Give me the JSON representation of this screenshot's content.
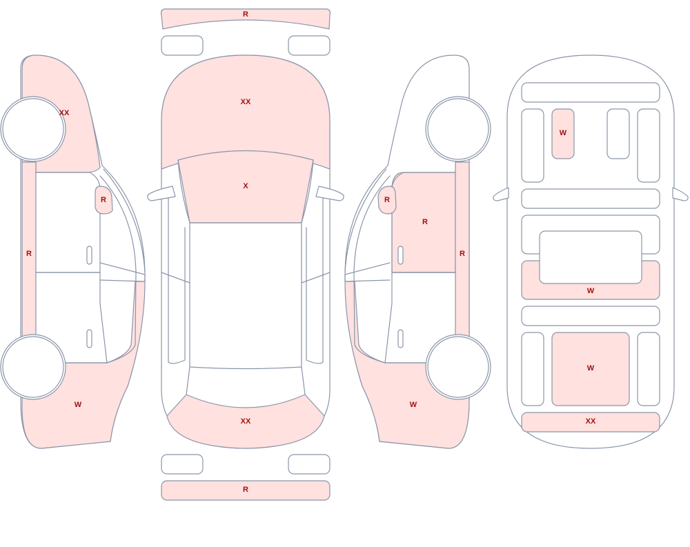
{
  "colors": {
    "damaged_fill": "#ffe1df",
    "clean_fill": "#ffffff",
    "outline": "#8a94a8",
    "label": "#a01010"
  },
  "labels": {
    "front_bumper": "R",
    "hood": "XX",
    "windshield": "X",
    "rear_bumper_top": "XX",
    "rear_bumper_strip": "R",
    "left_fender": "XX",
    "left_sill": "R",
    "left_mirror": "R",
    "left_rear_quarter": "W",
    "right_mirror": "R",
    "right_front_door": "R",
    "right_sill": "R",
    "right_rear_quarter": "W",
    "interior_front_seat": "W",
    "interior_rear_area": "W",
    "interior_cargo": "W",
    "interior_trunk": "XX"
  }
}
